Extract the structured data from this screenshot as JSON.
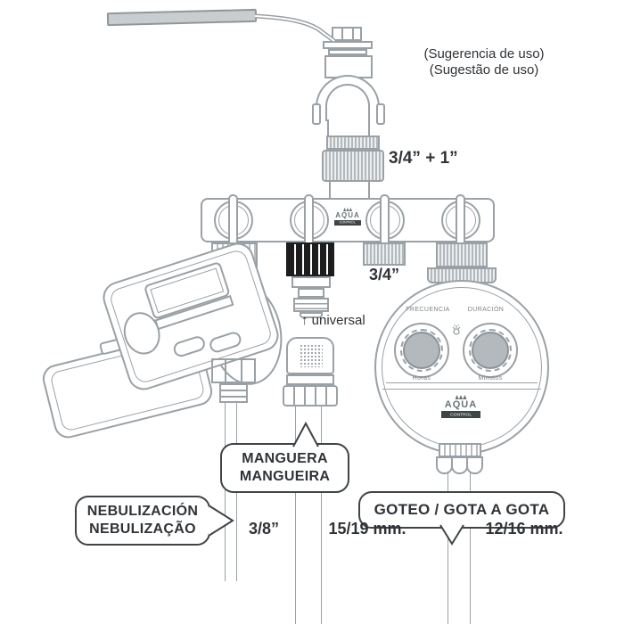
{
  "annotations": {
    "suggestion_line1": "(Sugerencia de uso)",
    "suggestion_line2": "(Sugestão de uso)",
    "inlet_size": "3/4” + 1”",
    "outlet_size": "3/4”",
    "universal_note": "↑ universal",
    "hose_nebulization_size": "3/8”",
    "hose_garden_size": "15/19 mm.",
    "hose_drip_size": "12/16 mm."
  },
  "callouts": {
    "hose": {
      "line1": "MANGUERA",
      "line2": "MANGUEIRA"
    },
    "nebulization": {
      "line1": "NEBULIZACIÓN",
      "line2": "NEBULIZAÇÃO"
    },
    "drip": {
      "label": "GOTEO / GOTA A GOTA"
    }
  },
  "analog_timer": {
    "dial_left_title": "FRECUENCIA",
    "dial_right_title": "DURACIÓN",
    "dial_left_unit": "Horas",
    "dial_right_unit": "Minutos"
  },
  "brand": {
    "name": "AQUA",
    "subname": "CONTROL"
  },
  "colors": {
    "line": "#9aa1a6",
    "dark_line": "#3f4447",
    "text": "#2f3337",
    "metal_fill": "#c9cdd0",
    "knob_fill": "#b3b9bd",
    "adapter_black": "#1d1d1d"
  }
}
